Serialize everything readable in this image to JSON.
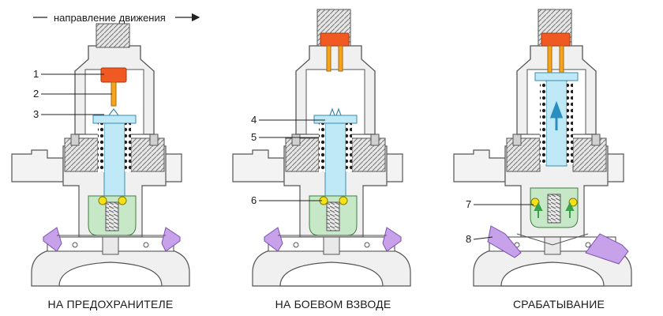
{
  "direction": {
    "label": "направление движения"
  },
  "panels": [
    {
      "caption": "НА ПРЕДОХРАНИТЕЛЕ"
    },
    {
      "caption": "НА БОЕВОМ ВЗВОДЕ"
    },
    {
      "caption": "СРАБАТЫВАНИЕ"
    }
  ],
  "callouts": [
    "1",
    "2",
    "3",
    "4",
    "5",
    "6",
    "7",
    "8"
  ],
  "colors": {
    "outline": "#555555",
    "body_fill": "#f0f0f0",
    "body_dark": "#bdbdbd",
    "detonator": "#f05a22",
    "firing_pin": "#f7a41c",
    "striker_blue": "#bfe9f6",
    "collet_green": "#c7e8c6",
    "ball_yellow": "#f3e21a",
    "lever_purple": "#c7a1ea",
    "arrow_blue": "#2a8fc0",
    "arrow_green": "#3aa04a"
  }
}
